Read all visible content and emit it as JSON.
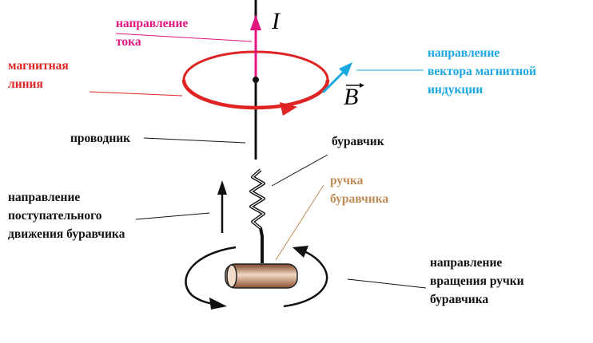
{
  "colors": {
    "current": "#e0157f",
    "field_line": "#e02424",
    "induction": "#1ba8e0",
    "handle": "#c08a55",
    "text": "#111111"
  },
  "symbols": {
    "current": "I",
    "induction": "B"
  },
  "labels": {
    "current_direction": [
      "направление",
      "тока"
    ],
    "magnetic_line": [
      "магнитная",
      "линия"
    ],
    "induction_direction": [
      "направление",
      "вектора магнитной",
      "индукции"
    ],
    "conductor": "проводник",
    "gimlet": "буравчик",
    "gimlet_handle": [
      "ручка",
      "буравчика"
    ],
    "translation_direction": [
      "направление",
      "поступательного",
      "движения буравчика"
    ],
    "rotation_direction": [
      "направление",
      "вращения ручки",
      "буравчика"
    ]
  }
}
